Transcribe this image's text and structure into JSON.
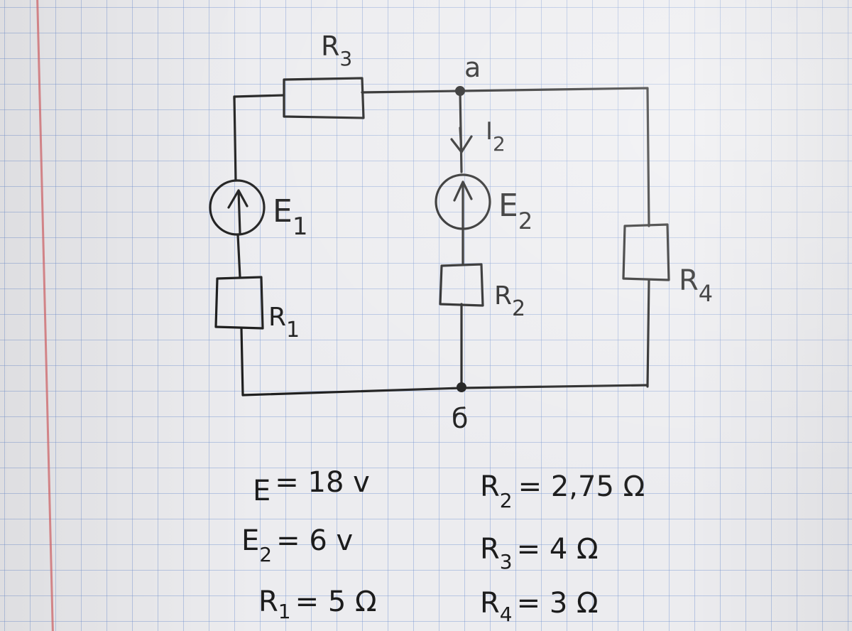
{
  "nodes": {
    "top": "a",
    "bottom": "б"
  },
  "sources": [
    {
      "name_main": "E",
      "name_sub": "1"
    },
    {
      "name_main": "E",
      "name_sub": "2"
    }
  ],
  "resistors": [
    {
      "name_main": "R",
      "name_sub": "1"
    },
    {
      "name_main": "R",
      "name_sub": "2"
    },
    {
      "name_main": "R",
      "name_sub": "3"
    },
    {
      "name_main": "R",
      "name_sub": "4"
    }
  ],
  "current": {
    "name_main": "I",
    "name_sub": "2"
  },
  "given": [
    {
      "lhs": "E",
      "sub": "",
      "rest": "= 18 v"
    },
    {
      "lhs": "E",
      "sub": "2",
      "rest": "= 6 v"
    },
    {
      "lhs": "R",
      "sub": "1",
      "rest": "= 5 Ω"
    },
    {
      "lhs": "R",
      "sub": "2",
      "rest": "= 2,75 Ω"
    },
    {
      "lhs": "R",
      "sub": "3",
      "rest": "= 4 Ω"
    },
    {
      "lhs": "R",
      "sub": "4",
      "rest": "= 3 Ω"
    }
  ]
}
